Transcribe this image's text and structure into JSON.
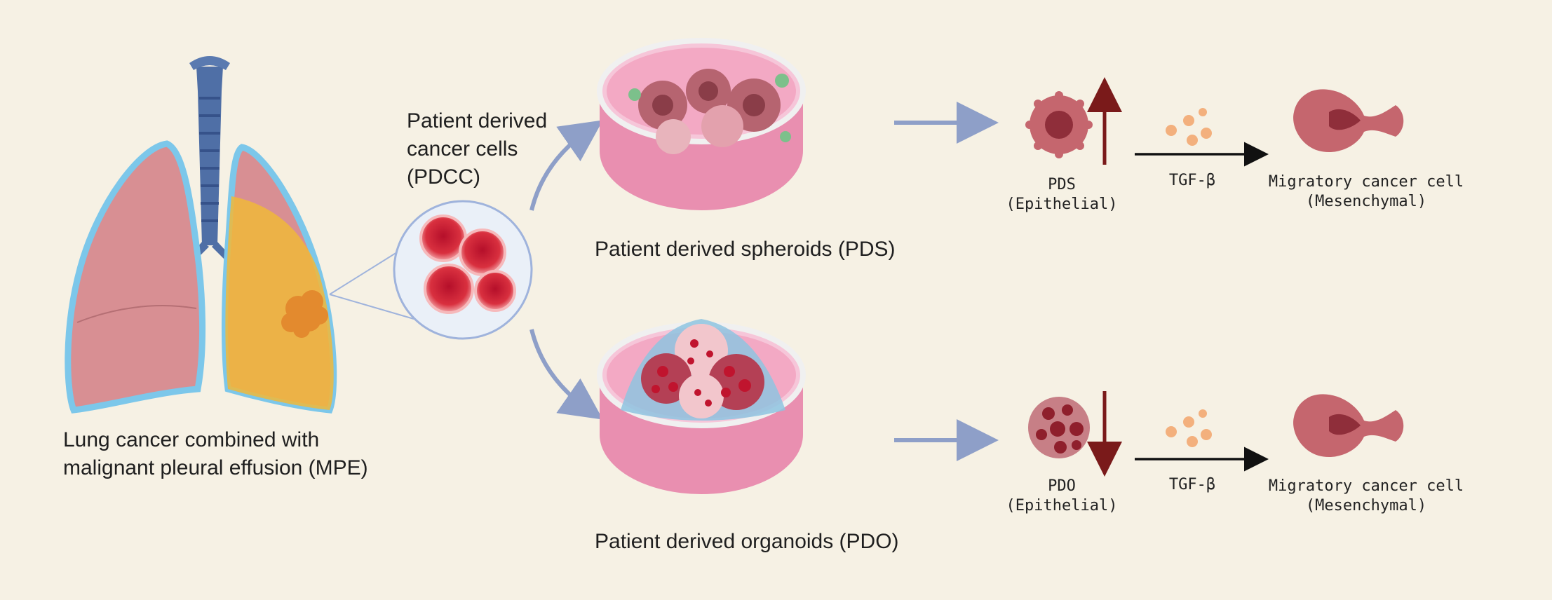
{
  "labels": {
    "lung": [
      "Lung cancer combined with",
      "malignant pleural effusion (MPE)"
    ],
    "pdcc": [
      "Patient derived",
      "cancer cells",
      "(PDCC)"
    ],
    "pds_dish": "Patient derived spheroids (PDS)",
    "pdo_dish": "Patient derived organoids (PDO)",
    "pds_cell": [
      "PDS",
      "(Epithelial)"
    ],
    "pdo_cell": [
      "PDO",
      "(Epithelial)"
    ],
    "tgf_top": "TGF-β",
    "tgf_bottom": "TGF-β",
    "migratory_top": [
      "Migratory cancer cell",
      "(Mesenchymal)"
    ],
    "migratory_bottom": [
      "Migratory cancer cell",
      "(Mesenchymal)"
    ]
  },
  "colors": {
    "background": "#f6f1e4",
    "flow_arrow": "#8e9fc8",
    "up_down_arrow": "#7a1a1a",
    "cell": "#c5666e",
    "cell_dark": "#8f2e3a",
    "dish_medium": "#e98fb0",
    "trachea": "#4f6fa6",
    "tumor_region": "#f0b93a"
  },
  "icons": {
    "up_arrow": "arrow-up-increase-icon",
    "down_arrow": "arrow-down-decrease-icon",
    "tgf": "tgf-beta-dots-icon"
  }
}
